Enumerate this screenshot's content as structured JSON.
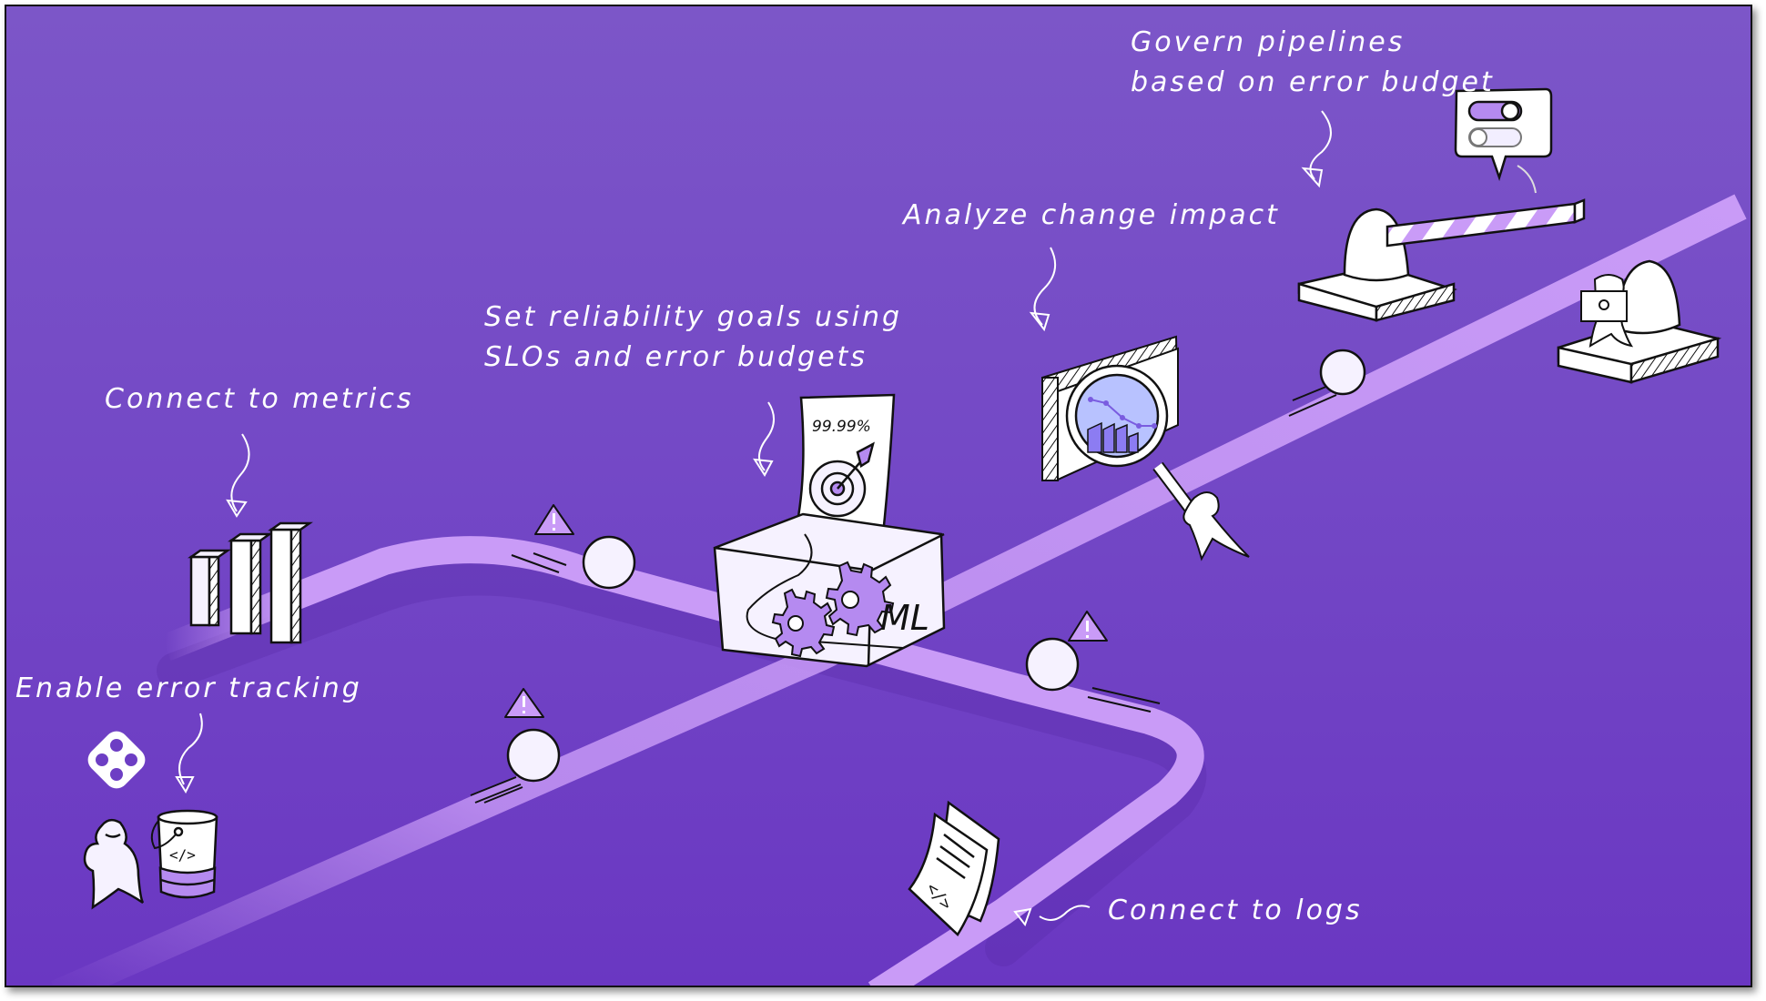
{
  "illustration": {
    "title": "Reliability pipeline illustration",
    "colors": {
      "background_top": "#7c56c8",
      "background_bottom": "#6a37c2",
      "track": "#c99bf7",
      "accent": "#b58af0",
      "ink": "#111111",
      "paper": "#f6f2ff"
    }
  },
  "labels": {
    "govern_line1": "Govern pipelines",
    "govern_line2": "based on error budget",
    "analyze": "Analyze change impact",
    "slo_line1": "Set reliability goals using",
    "slo_line2": "SLOs and error budgets",
    "metrics": "Connect to metrics",
    "error_tracking": "Enable error tracking",
    "logs": "Connect to logs"
  },
  "ml_box": {
    "target_value": "99.99%",
    "box_label": "ML"
  },
  "bucket": {
    "code_glyph": "</>"
  },
  "logs_doc": {
    "code_glyph": "</>"
  },
  "toggles": [
    {
      "state": "on"
    },
    {
      "state": "off"
    }
  ],
  "icons": [
    "warning-triangle-icon",
    "ball-icon",
    "bar-chart-icon",
    "gear-icon",
    "target-icon",
    "magnifier-icon",
    "barrier-gate-icon",
    "toggle-icon",
    "document-icon",
    "bucket-icon",
    "logo-icon",
    "person-icon"
  ]
}
